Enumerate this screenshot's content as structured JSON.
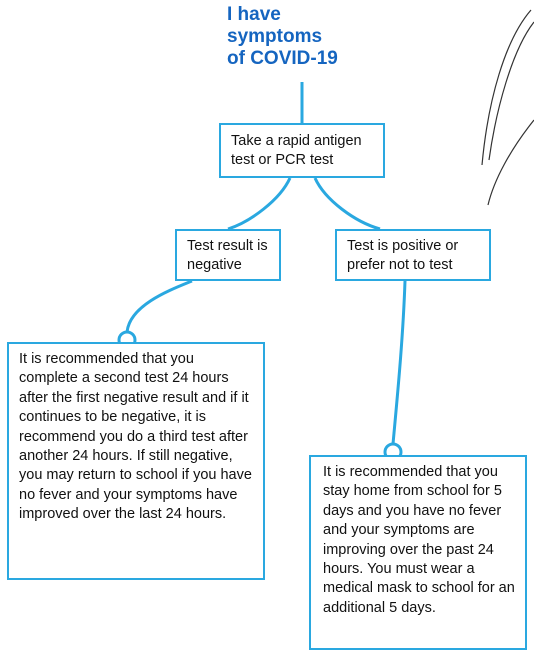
{
  "title": "I have\nsymptoms\nof COVID-19",
  "nodes": {
    "test": "Take a rapid antigen test or PCR test",
    "negative": "Test result is negative",
    "positive": "Test is positive or prefer not to test",
    "negative_advice": "It is recommended that you complete a second test 24 hours after the first negative result and if it continues to be negative, it is recommend you do a third test after another 24 hours. If still negative, you may return to school if you have no fever and your symptoms have improved over the last 24 hours.",
    "positive_advice": "It is recommended that you stay home from school for 5 days and you have no fever and your symptoms are improving over the past 24 hours. You must wear a medical mask to school for an additional 5 days."
  },
  "colors": {
    "title": "#1565c0",
    "connector": "#2aa8e0",
    "decoration": "#333333"
  }
}
